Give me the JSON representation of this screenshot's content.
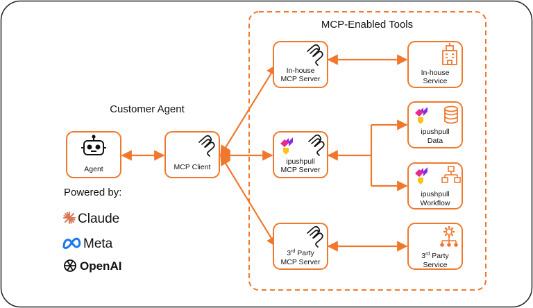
{
  "group_title": "MCP-Enabled Tools",
  "section_title": "Customer Agent",
  "powered_by": "Powered by:",
  "brands": [
    "Claude",
    "Meta",
    "OpenAI"
  ],
  "accent_color": "#f0782d",
  "nodes": {
    "agent": {
      "label": "Agent",
      "icon": "robot-icon"
    },
    "mcp_client": {
      "label": "MCP Client",
      "icon": "mcp-logo-icon"
    },
    "inhouse_server": {
      "line1": "In-house",
      "line2": "MCP Server",
      "icon": "mcp-logo-icon"
    },
    "ipushpull_server": {
      "line1": "ipushpull",
      "line2": "MCP Server",
      "icons": [
        "ipushpull-logo-icon",
        "mcp-logo-icon"
      ]
    },
    "thirdparty_server": {
      "line1_main": "3",
      "line1_sup": "rd",
      "line1_rest": " Party",
      "line2": "MCP Server",
      "icon": "mcp-logo-icon"
    },
    "inhouse_service": {
      "line1": "In-house",
      "line2": "Service",
      "icon": "building-icon"
    },
    "ipushpull_data": {
      "line1": "ipushpull",
      "line2": "Data",
      "icons": [
        "ipushpull-logo-icon",
        "database-icon"
      ]
    },
    "ipushpull_workflow": {
      "line1": "ipushpull",
      "line2": "Workflow",
      "icons": [
        "ipushpull-logo-icon",
        "workflow-icon"
      ]
    },
    "thirdparty_service": {
      "line1_main": "3",
      "line1_sup": "rd",
      "line1_rest": " Party",
      "line2": "Service",
      "icon": "gear-network-icon"
    }
  }
}
